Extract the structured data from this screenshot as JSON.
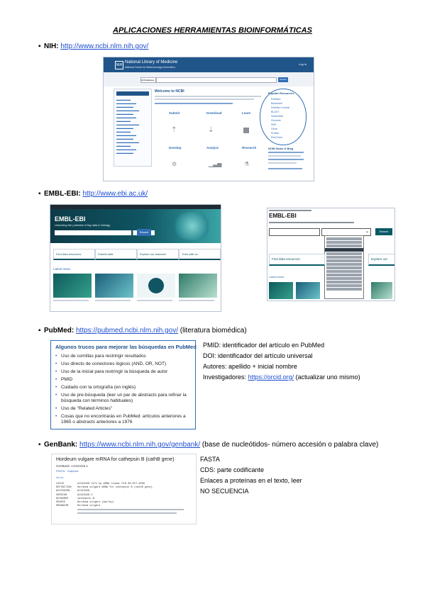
{
  "title": "APLICACIONES HERRAMIENTAS BIOINFORMÁTICAS",
  "bullet_char": "▪",
  "sections": {
    "nih": {
      "label": "NIH:",
      "url": "http://www.ncbi.nlm.nih.gov/"
    },
    "ebi": {
      "label": "EMBL-EBI:",
      "url": "http://www.ebi.ac.uk/"
    },
    "pubmed": {
      "label": "PubMed:",
      "url": "https://pubmed.ncbi.nlm.nih.gov/",
      "note": "(literatura biomédica)"
    },
    "genbank": {
      "label": "GenBank:",
      "url": "https://www.ncbi.nlm.nih.gov/genbank/",
      "note": "(base de nucleótidos- número accesión o palabra clave)"
    }
  },
  "nih_shot": {
    "brand": "National Library of Medicine",
    "brand_sub": "National Center for Biotechnology Information",
    "login": "Log in",
    "search_db": "All Databases",
    "search_btn": "Search",
    "welcome": "Welcome to NCBI",
    "cards": [
      "Submit",
      "Download",
      "Learn",
      "Develop",
      "Analyze",
      "Research"
    ],
    "popular_title": "Popular Resources",
    "popular": [
      "PubMed",
      "Bookshelf",
      "PubMed Central",
      "BLAST",
      "Nucleotide",
      "Genome",
      "SNP",
      "Gene",
      "Protein",
      "PubChem"
    ],
    "news_title": "NCBI News & Blog"
  },
  "ebi_shot": {
    "brand": "EMBL-EBI",
    "tagline": "Unlocking the potential of big data in biology",
    "search_btn": "Search",
    "tiles": [
      "Find data resources",
      "Submit data",
      "Explore our research",
      "Train with us"
    ],
    "latest": "Latest news"
  },
  "ebi_shot2": {
    "brand": "EMBL-EBI",
    "search_btn": "Search",
    "tile": "Find data resources",
    "tile2": "Explore our",
    "latest": "Latest news"
  },
  "pubmed_box": {
    "title": "Algunos trucos para mejorar las búsquedas en PubMed",
    "items": [
      "Uso de comillas para restringir resultados",
      "Uso directo de conectores lógicos (AND, OR, NOT)",
      "Uso de la inicial para restringir la búsqueda de autor",
      "PMID",
      "Cuidado con la ortografía (en inglés)",
      "Uso de pre-búsqueda (leer un par de abstracts para refinar la búsqueda con términos habituales)",
      "Uso de \"Related Articles\"",
      "Cosas que no encontrarás en PubMed: artículos anteriores a 1965 o abstracts anteriores a 1976"
    ]
  },
  "pubmed_notes": {
    "pmid": "PMID: identificador del artículo en PubMed",
    "doi": "DOI: identificador del artículo universal",
    "autores": "Autores: apellido + inicial nombre",
    "investigadores": "Investigadores:",
    "orcid_url": "https://orcid.org/",
    "orcid_note": "(actualizar uno mismo)"
  },
  "genbank_shot": {
    "title": "Hordeum vulgare mRNA for cathepsin B (cathB gene)",
    "accession": "GenBank: AJ310426.1",
    "fasta_link": "FASTA",
    "graphics_link": "Graphics",
    "go_to": "Go to:",
    "fields": [
      "LOCUS",
      "DEFINITION",
      "ACCESSION",
      "VERSION",
      "KEYWORDS",
      "SOURCE",
      "ORGANISM"
    ],
    "values": [
      "AJ310426    1271 bp    mRNA    linear    PLN 08-OCT-2008",
      "Hordeum vulgare mRNA for cathepsin B (cathB gene).",
      "AJ310426",
      "AJ310426.1",
      "cathepsin B.",
      "Hordeum vulgare (barley)",
      "Hordeum vulgare"
    ]
  },
  "genbank_notes": {
    "fasta": "FASTA",
    "cds": "CDS: parte codificante",
    "enlaces": "Enlaces a proteínas en el texto, leer",
    "no_secuencia": "NO SECUENCIA"
  },
  "colors": {
    "nih_blue": "#20558a",
    "ebi_teal": "#0a5a66",
    "link_blue": "#1f4fd1",
    "accent": "#2f6db5"
  }
}
